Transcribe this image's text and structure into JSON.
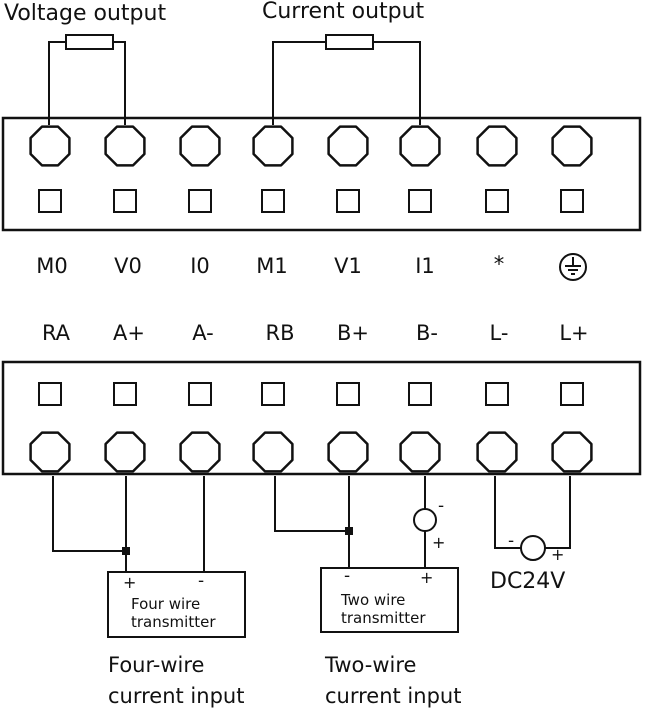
{
  "top_block": {
    "voltage_output_label": "Voltage output",
    "current_output_label": "Current output",
    "terminals": [
      "M0",
      "V0",
      "I0",
      "M1",
      "V1",
      "I1",
      "*",
      "ground-symbol"
    ]
  },
  "bottom_block": {
    "terminals": [
      "RA",
      "A+",
      "A-",
      "RB",
      "B+",
      "B-",
      "L-",
      "L+"
    ]
  },
  "four_wire": {
    "plus": "+",
    "minus": "-",
    "line1": "Four wire",
    "line2": "transmitter",
    "caption_line1": "Four-wire",
    "caption_line2": "current input"
  },
  "two_wire": {
    "minus": "-",
    "plus": "+",
    "line1": "Two wire",
    "line2": "transmitter",
    "caption_line1": "Two-wire",
    "caption_line2": "current input"
  },
  "meter": {
    "minus": "-",
    "plus": "+"
  },
  "power": {
    "minus": "-",
    "plus": "+",
    "label": "DC24V"
  }
}
